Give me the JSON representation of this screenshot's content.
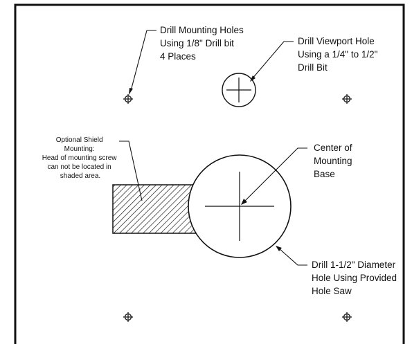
{
  "callouts": {
    "mounting_holes": [
      "Drill Mounting Holes",
      "Using 1/8\" Drill bit",
      "4 Places"
    ],
    "viewport_hole": [
      "Drill Viewport Hole",
      "Using a 1/4\" to 1/2\"",
      "Drill Bit"
    ],
    "shield": [
      "Optional Shield",
      "Mounting:",
      "Head of mounting screw",
      "can not be located in",
      "shaded area."
    ],
    "center": [
      "Center of",
      "Mounting",
      "Base"
    ],
    "large_hole": [
      "Drill 1-1/2\" Diameter",
      "Hole Using Provided",
      "Hole Saw"
    ]
  },
  "colors": {
    "line": "#111111",
    "background": "#ffffff"
  }
}
